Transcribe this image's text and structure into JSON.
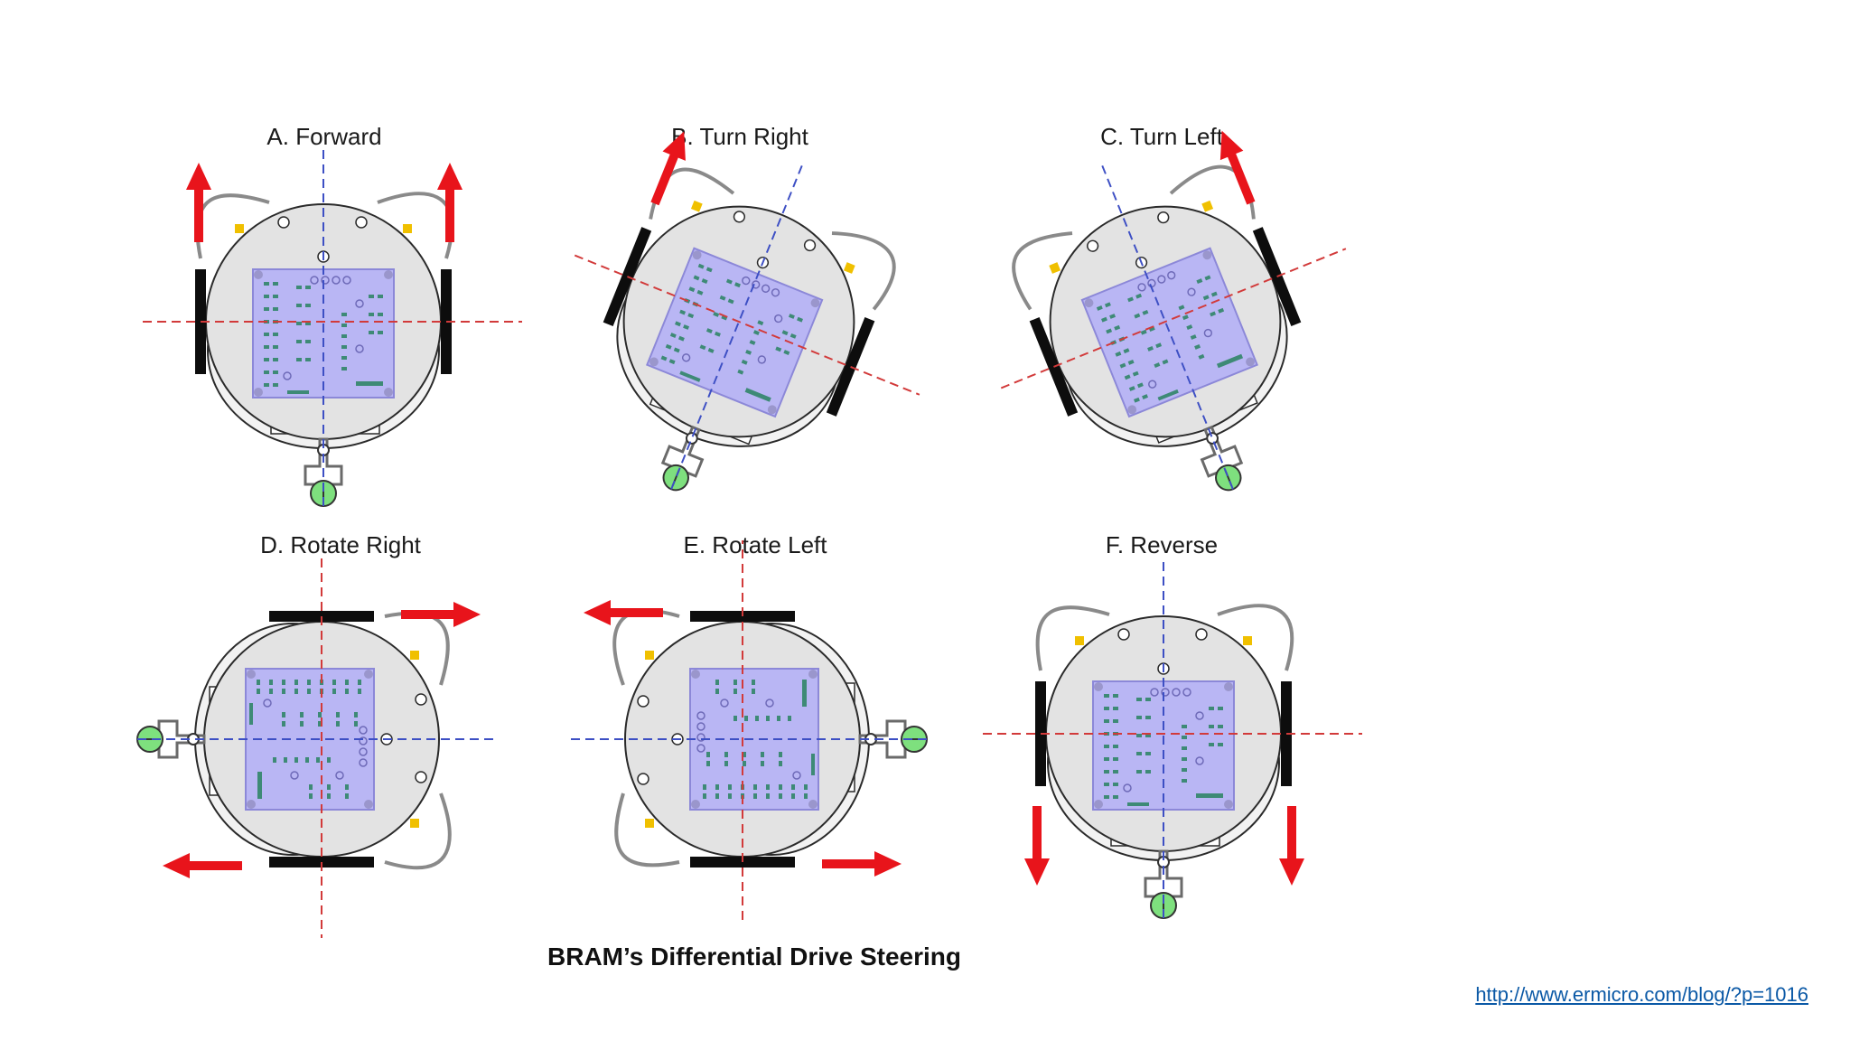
{
  "figure": {
    "title": "BRAM’s Differential Drive Steering",
    "panels": [
      {
        "label": "A. Forward",
        "mode": "forward"
      },
      {
        "label": "B. Turn Right",
        "mode": "turn-right"
      },
      {
        "label": "C. Turn Left",
        "mode": "turn-left"
      },
      {
        "label": "D. Rotate Right",
        "mode": "rotate-right"
      },
      {
        "label": "E. Rotate Left",
        "mode": "rotate-left"
      },
      {
        "label": "F. Reverse",
        "mode": "reverse"
      }
    ]
  },
  "source_link": "http://www.ermicro.com/blog/?p=1016",
  "colors": {
    "arrow": "#e8141b",
    "board": "#b9b6f4",
    "chassis": "#e3e3e3",
    "wheel": "#0d0d0d",
    "caster": "#7ee07e",
    "axis_blue": "#3d4fc4",
    "axis_red": "#d23a3a",
    "cable": "#8a8a8a"
  }
}
